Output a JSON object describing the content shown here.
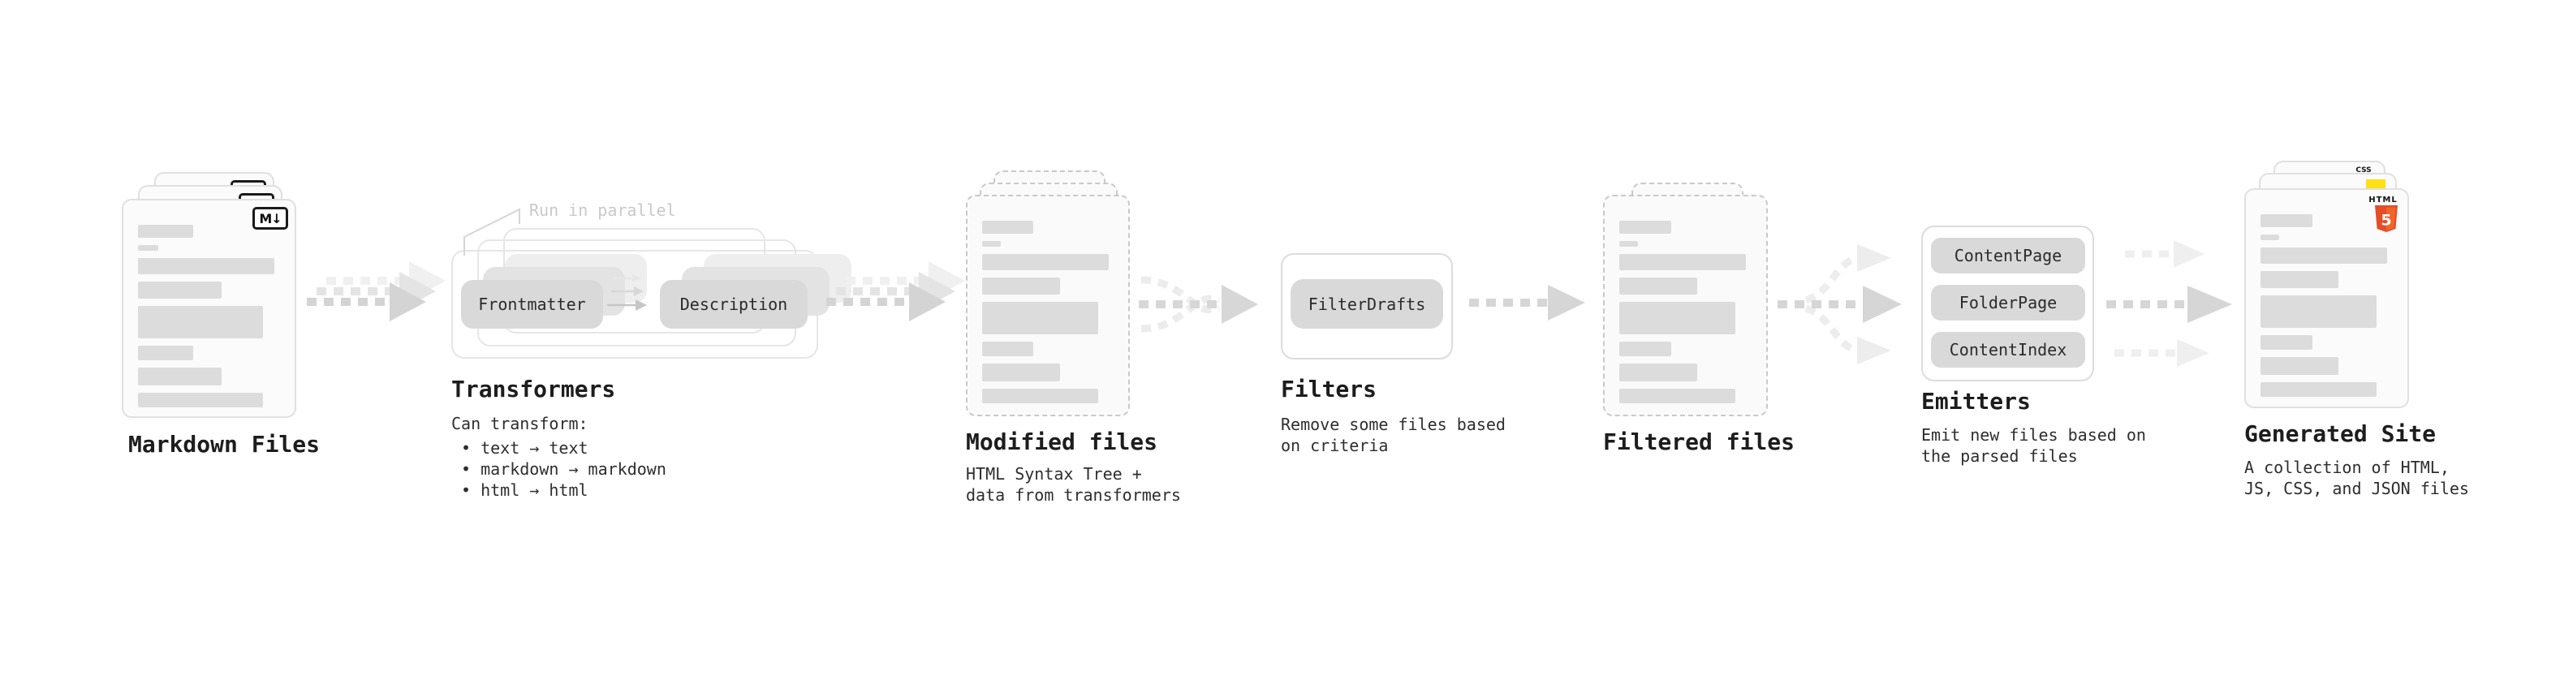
{
  "diagram": {
    "markdown": {
      "label": "Markdown Files",
      "badge": "M↓"
    },
    "transformers": {
      "annotation": "Run in parallel",
      "pill_from": "Frontmatter",
      "pill_to": "Description",
      "label": "Transformers",
      "desc_title": "Can transform:",
      "bullets": [
        "• text → text",
        "• markdown → markdown",
        "• html → html"
      ]
    },
    "modified": {
      "label": "Modified files",
      "desc": [
        "HTML Syntax Tree +",
        "data from transformers"
      ]
    },
    "filters": {
      "pill": "FilterDrafts",
      "label": "Filters",
      "desc": [
        "Remove some files based",
        "on criteria"
      ]
    },
    "filtered": {
      "label": "Filtered files"
    },
    "emitters": {
      "pills": [
        "ContentPage",
        "FolderPage",
        "ContentIndex"
      ],
      "label": "Emitters",
      "desc": [
        "Emit new files based on",
        "the parsed files"
      ]
    },
    "generated": {
      "label": "Generated Site",
      "desc": [
        "A collection of HTML,",
        "JS, CSS, and JSON files"
      ],
      "badge_css": "CSS",
      "badge_html": "HTML",
      "badge_html5": "5"
    }
  },
  "colors": {
    "arrow_main": "#d4d4d4",
    "arrow_ghost1": "#e4e4e4",
    "arrow_ghost2": "#f0f0f0",
    "arrow_branch": "#ececec",
    "pill_bg": "#d9d9d9",
    "accent_html5": "#e44d26",
    "accent_html5_light": "#f16529",
    "accent_js": "#ffe014",
    "accent_css": "#2962ff"
  }
}
